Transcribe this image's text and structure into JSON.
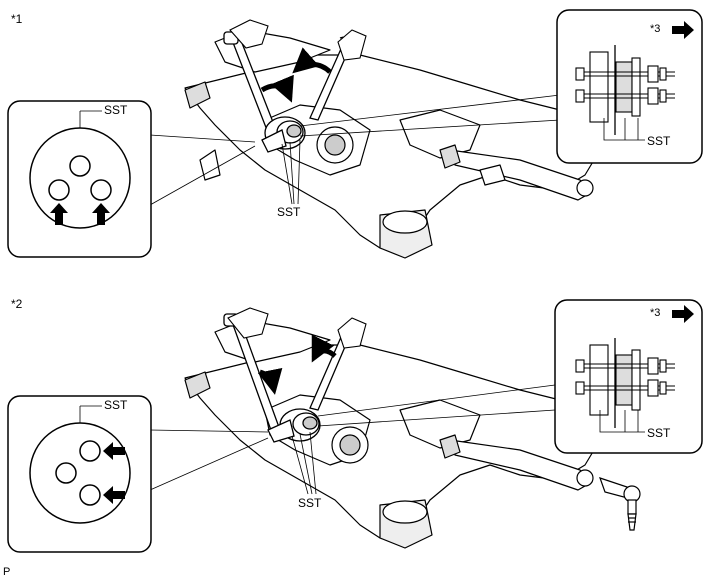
{
  "panel1": {
    "marker": "*1",
    "inset_left_label": "SST",
    "center_label": "SST",
    "inset_right_label": "SST",
    "inset_right_marker": "*3"
  },
  "panel2": {
    "marker": "*2",
    "inset_left_label": "SST",
    "center_label": "SST",
    "inset_right_label": "SST",
    "inset_right_marker": "*3"
  },
  "footer_code": "P"
}
